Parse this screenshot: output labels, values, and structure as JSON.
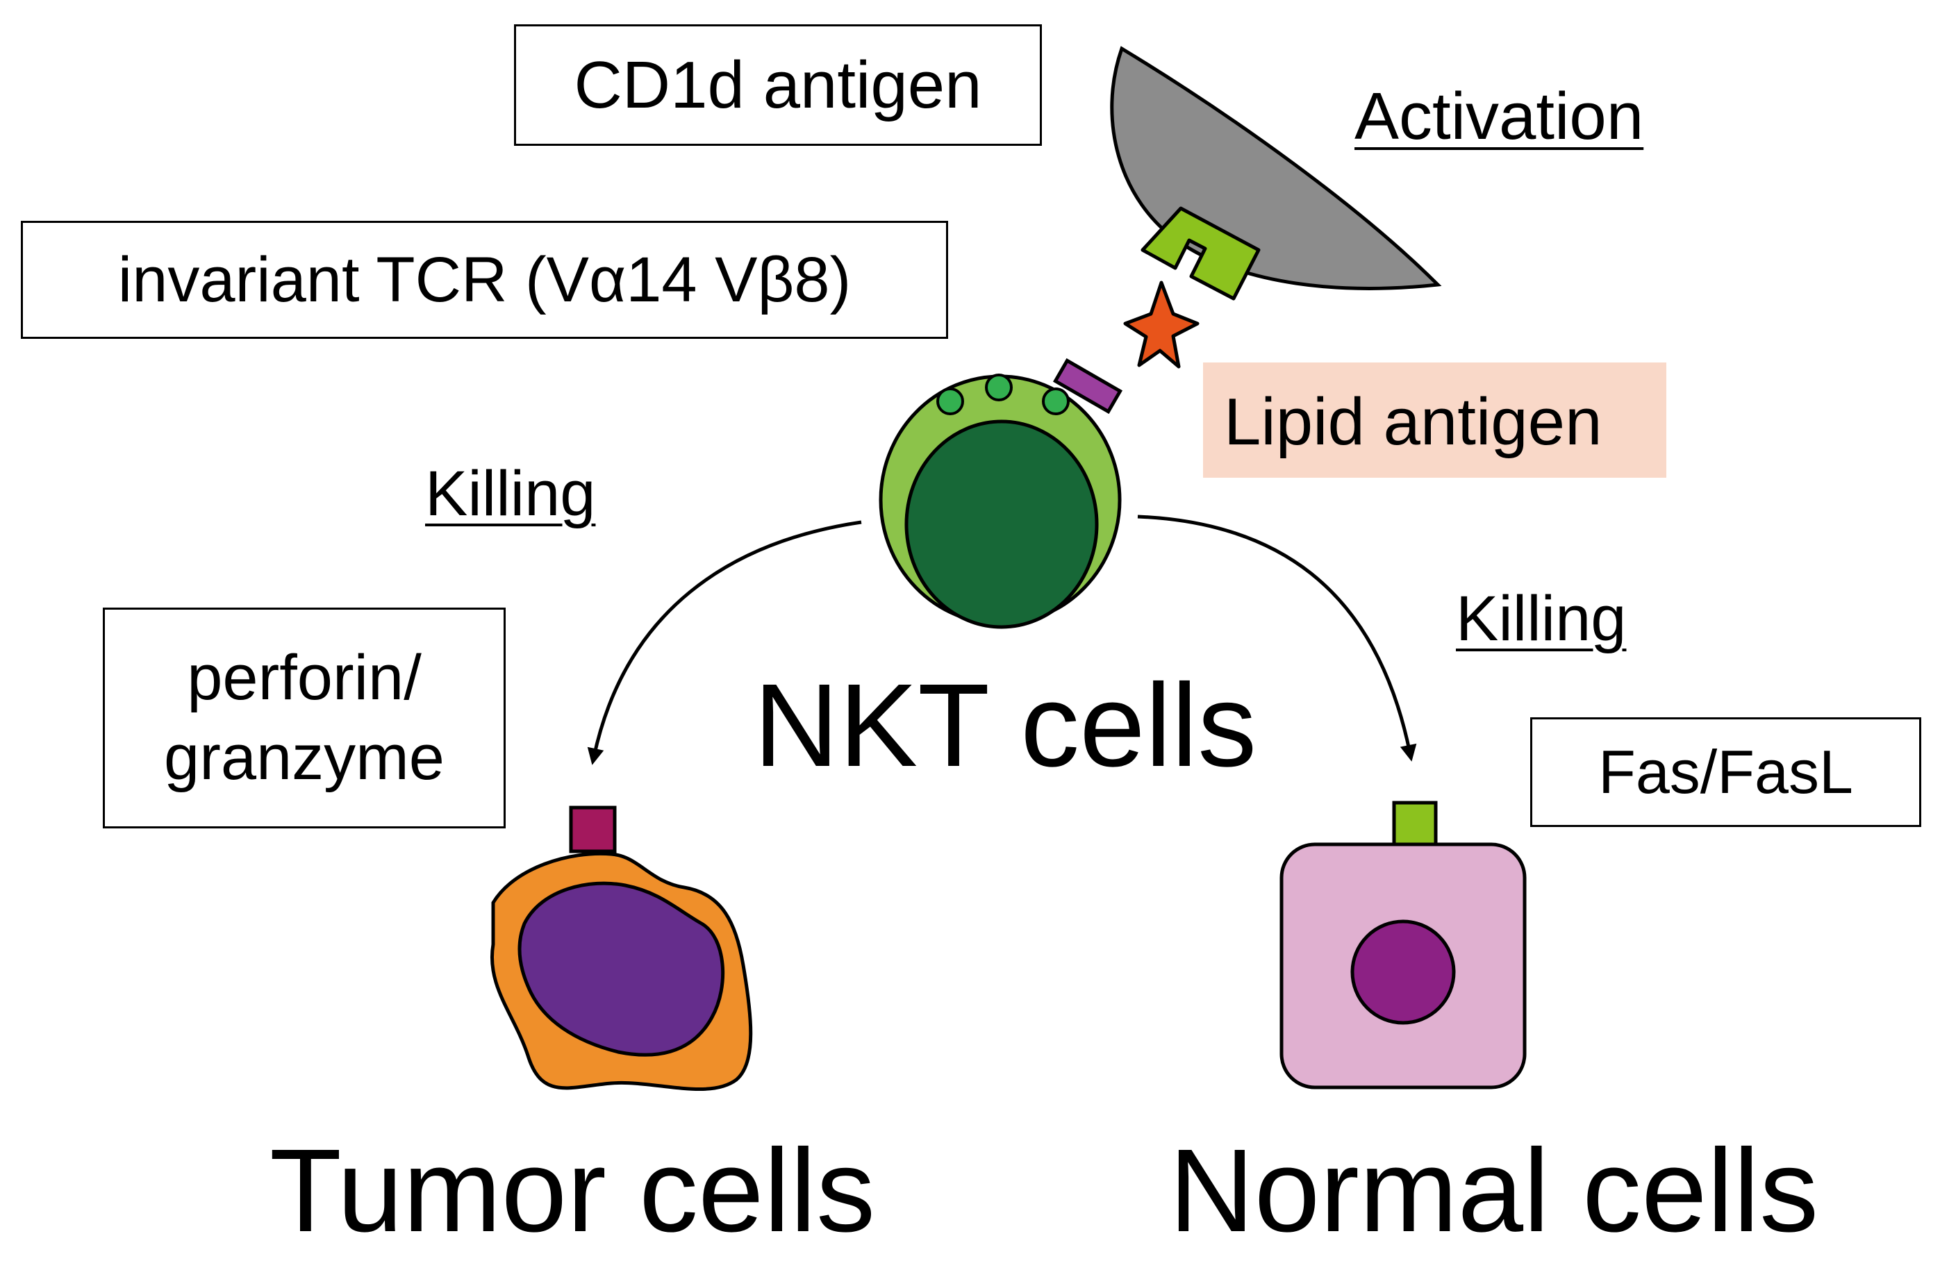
{
  "labels": {
    "cd1d": "CD1d antigen",
    "tcr": "invariant TCR (Vα14 Vβ8)",
    "activation": "Activation",
    "lipid": "Lipid antigen",
    "killing_left": "Killing",
    "killing_right": "Killing",
    "perforin_line1": "perforin/",
    "perforin_line2": "granzyme",
    "fas": "Fas/FasL",
    "nkt": "NKT cells",
    "tumor": "Tumor cells",
    "normal": "Normal cells"
  },
  "colors": {
    "apc": "#8c8c8c",
    "cd1d_receptor": "#8cc21e",
    "lipid_star": "#e8541a",
    "tcr": "#9b3f9e",
    "nkt_outer": "#8cc34a",
    "nkt_nucleus": "#176837",
    "nkt_granule": "#33b050",
    "lipid_highlight": "#f9d8c8",
    "tumor_body": "#ef8f2a",
    "tumor_nucleus": "#652d8c",
    "tumor_receptor": "#a3185d",
    "normal_body": "#e0b0d0",
    "normal_nucleus": "#8c2184",
    "normal_receptor": "#8cc21e"
  }
}
